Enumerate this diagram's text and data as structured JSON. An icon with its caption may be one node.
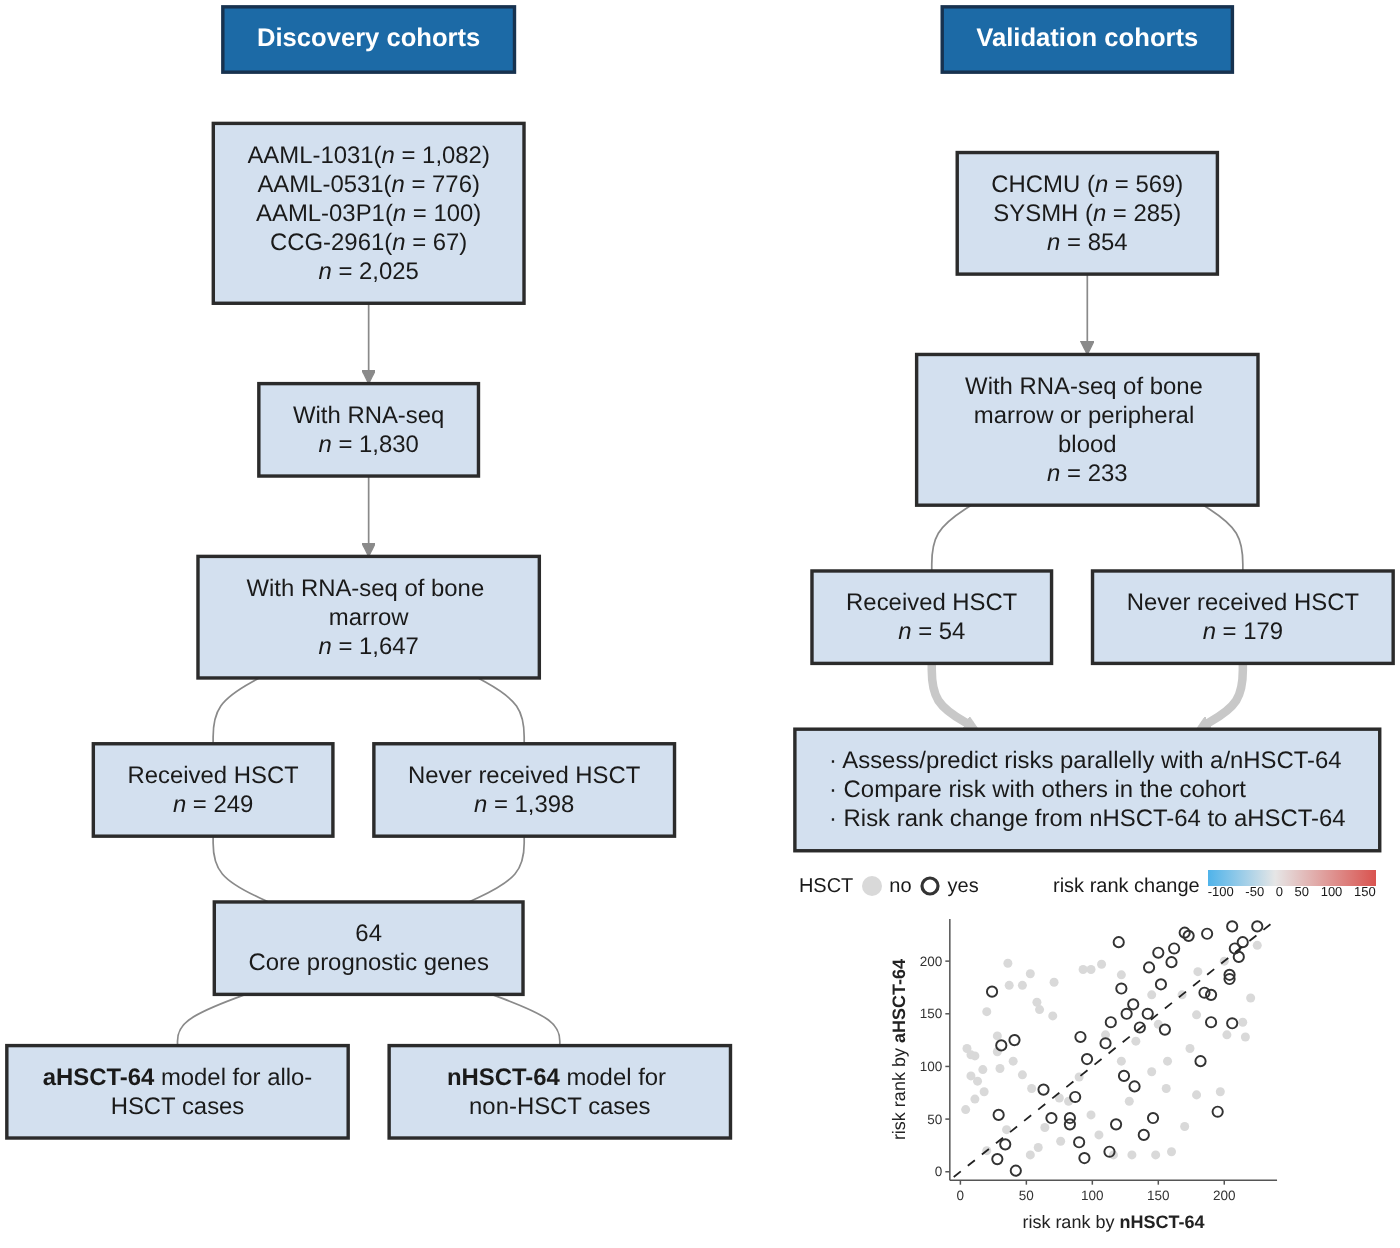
{
  "diagram": {
    "nodes": [
      {
        "text": [
          "Discovery cohorts"
        ]
      },
      {
        "text": [
          "AAML-1031(*n* = 1,082)",
          "AAML-0531(*n* = 776)",
          "AAML-03P1(*n* = 100)",
          "CCG-2961(*n* = 67)",
          "*n* = 2,025"
        ]
      },
      {
        "text": [
          "With RNA-seq",
          "*n* = 1,830"
        ]
      },
      {
        "text": [
          "With RNA-seq of bone marrow",
          "*n* = 1,647"
        ]
      },
      {
        "text": [
          "Received HSCT",
          "*n* = 249"
        ]
      },
      {
        "text": [
          "Never received HSCT",
          "*n* = 1,398"
        ]
      },
      {
        "text": [
          "64",
          "Core prognostic genes"
        ]
      },
      {
        "text": [
          "**aHSCT-64** model for allo-HSCT cases"
        ]
      },
      {
        "text": [
          "**nHSCT-64** model for non-HSCT cases"
        ]
      },
      {
        "text": [
          "Validation cohorts"
        ]
      },
      {
        "text": [
          "CHCMU (*n* = 569)",
          "SYSMH (*n* = 285)",
          "*n* = 854"
        ]
      },
      {
        "text": [
          "With RNA-seq of bone marrow or peripheral blood",
          "*n* = 233"
        ]
      },
      {
        "text": [
          "Received HSCT",
          "*n* = 54"
        ]
      },
      {
        "text": [
          "Never received HSCT",
          "*n* = 179"
        ]
      },
      {
        "text": [
          "· Assess/predict risks parallelly with a/nHSCT-64",
          "· Compare risk with others in the cohort",
          "· Risk rank change from nHSCT-64 to aHSCT-64"
        ]
      }
    ],
    "edges": [
      {
        "from": 1,
        "to": 2,
        "arrow": "to"
      },
      {
        "from": 2,
        "to": 3,
        "arrow": "to"
      },
      {
        "from": 3,
        "to": 4,
        "arrow": "none"
      },
      {
        "from": 3,
        "to": 5,
        "arrow": "none"
      },
      {
        "from": 4,
        "to": 6,
        "arrow": "none"
      },
      {
        "from": 5,
        "to": 6,
        "arrow": "none"
      },
      {
        "from": 6,
        "to": 7,
        "arrow": "none"
      },
      {
        "from": 6,
        "to": 8,
        "arrow": "none"
      },
      {
        "from": 10,
        "to": 11,
        "arrow": "to"
      },
      {
        "from": 11,
        "to": 12,
        "arrow": "none"
      },
      {
        "from": 11,
        "to": 13,
        "arrow": "none"
      },
      {
        "from": 12,
        "to": 14,
        "arrow": "to",
        "style": "thick",
        "color": "#c8c8c8"
      },
      {
        "from": 13,
        "to": 14,
        "arrow": "to",
        "style": "thick",
        "color": "#c8c8c8"
      }
    ],
    "labels": [
      "HSCT",
      "risk rank change",
      "-100",
      "-50",
      "0",
      "50",
      "100",
      "150"
    ],
    "chart_data": {
      "type": "scatter",
      "xlabel": "risk rank by **nHSCT-64**",
      "ylabel": "risk rank by **aHSCT-64**",
      "xlim": [
        -8,
        240
      ],
      "ylim": [
        -8,
        240
      ],
      "xticks": [
        0,
        50,
        100,
        150,
        200
      ],
      "yticks": [
        0,
        50,
        100,
        150,
        200
      ],
      "legend": "top",
      "series": [
        {
          "name": "no",
          "color": "#d9d9d9",
          "x": [
            5,
            11,
            8,
            13,
            17,
            18,
            11,
            4,
            8,
            20,
            36,
            37,
            47,
            53,
            58,
            60,
            70,
            71,
            93,
            99,
            107,
            28,
            28,
            30,
            40,
            47,
            54,
            116,
            130,
            148,
            160,
            170,
            179,
            197,
            214,
            216,
            220,
            202,
            174,
            157,
            145,
            156,
            128,
            105,
            76,
            59,
            53,
            64,
            82,
            99,
            122,
            133,
            168,
            179,
            145,
            122,
            20,
            35,
            90,
            150,
            200,
            225,
            180,
            110,
            75
          ],
          "values": [
            117,
            110,
            91,
            86,
            97,
            76,
            69,
            59,
            111,
            152,
            198,
            177,
            177,
            188,
            161,
            154,
            148,
            180,
            192,
            192,
            197,
            129,
            114,
            98,
            105,
            92,
            79,
            16,
            16,
            16,
            19,
            43,
            73,
            76,
            142,
            128,
            165,
            130,
            117,
            105,
            95,
            79,
            67,
            35,
            29,
            23,
            16,
            42,
            67,
            54,
            105,
            124,
            168,
            149,
            168,
            187,
            20,
            40,
            90,
            140,
            200,
            215,
            190,
            130,
            70
          ]
        },
        {
          "name": "yes",
          "color": "#333333",
          "x": [
            24,
            31,
            41,
            29,
            34,
            28,
            42,
            63,
            69,
            83,
            87,
            83,
            90,
            94,
            91,
            96,
            110,
            114,
            113,
            118,
            120,
            122,
            124,
            126,
            131,
            132,
            136,
            142,
            139,
            143,
            146,
            150,
            152,
            155,
            160,
            162,
            170,
            173,
            182,
            185,
            190,
            187,
            190,
            195,
            206,
            204,
            204,
            206,
            208,
            211,
            214,
            225
          ],
          "values": [
            171,
            120,
            125,
            54,
            26,
            12,
            1,
            78,
            51,
            51,
            71,
            45,
            28,
            13,
            128,
            107,
            122,
            142,
            19,
            45,
            218,
            174,
            91,
            150,
            159,
            81,
            137,
            150,
            35,
            194,
            51,
            208,
            178,
            135,
            199,
            212,
            227,
            224,
            105,
            170,
            168,
            226,
            142,
            57,
            233,
            187,
            183,
            141,
            212,
            204,
            218,
            233
          ]
        },
        {
          "type": "line",
          "line_style": "dashed",
          "color": "#222222",
          "x": [
            -5,
            235
          ],
          "values": [
            -5,
            235
          ]
        }
      ]
    }
  }
}
